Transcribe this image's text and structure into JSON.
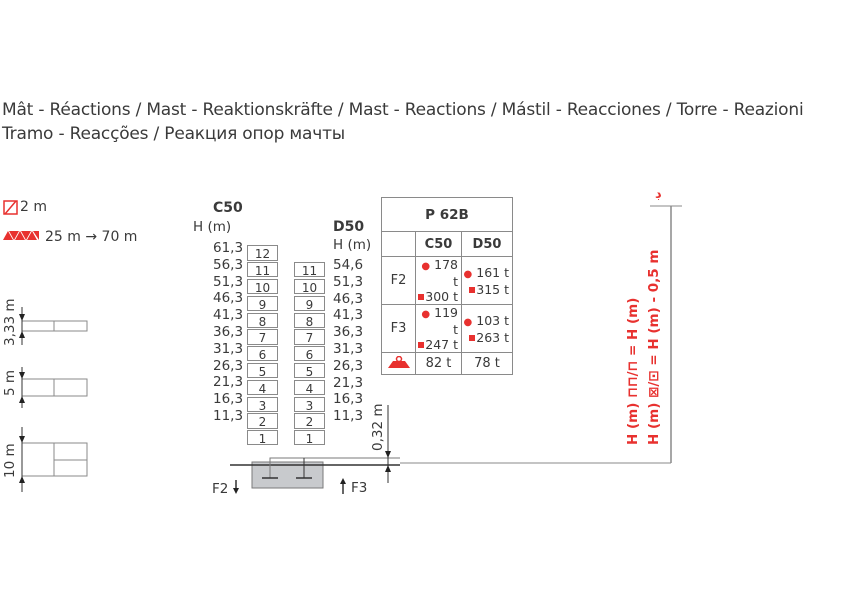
{
  "title": {
    "line1": "Mât - Réactions / Mast - Reaktionskräfte / Mast - Reactions / Mástil - Reacciones / Torre - Reazioni",
    "line2": "Tramo - Reacções / Реакция опор мачты"
  },
  "legend": {
    "section_label": "2 m",
    "jib_range": "25 m → 70 m"
  },
  "mast_sections": [
    {
      "height_label": "3,33 m"
    },
    {
      "height_label": "5 m"
    },
    {
      "height_label": "10 m"
    }
  ],
  "c50": {
    "name": "C50",
    "height_header": "H (m)",
    "heights": [
      "61,3",
      "56,3",
      "51,3",
      "46,3",
      "41,3",
      "36,3",
      "31,3",
      "26,3",
      "21,3",
      "16,3",
      "11,3"
    ],
    "segments": [
      "12",
      "11",
      "10",
      "9",
      "8",
      "7",
      "6",
      "5",
      "4",
      "3",
      "2",
      "1"
    ]
  },
  "d50": {
    "name": "D50",
    "height_header": "H (m)",
    "heights": [
      "54,6",
      "51,3",
      "46,3",
      "41,3",
      "36,3",
      "31,3",
      "26,3",
      "21,3",
      "16,3",
      "11,3"
    ],
    "segments": [
      "11",
      "10",
      "9",
      "8",
      "7",
      "6",
      "5",
      "4",
      "3",
      "2",
      "1"
    ]
  },
  "reaction_table": {
    "title": "P 62B",
    "columns": [
      "C50",
      "D50"
    ],
    "rows": [
      {
        "label": "F2",
        "c50": {
          "dot": "178 t",
          "square": "300 t"
        },
        "d50": {
          "dot": "161 t",
          "square": "315 t"
        }
      },
      {
        "label": "F3",
        "c50": {
          "dot": "119 t",
          "square": "247 t"
        },
        "d50": {
          "dot": "103 t",
          "square": "263 t"
        }
      }
    ],
    "weight_row": {
      "icon": "weight-icon",
      "c50": "82 t",
      "d50": "78 t"
    }
  },
  "foundation": {
    "offset_label": "0,32 m",
    "force_down": "F2",
    "force_up": "F3"
  },
  "height_formulas": {
    "line1": "H (m) ⊓⊓/⊓ = H (m)",
    "line2": "H (m) ⊠/⊡ = H (m) - 0,5 m",
    "top_mark": "ڊ"
  },
  "colors": {
    "accent_red": "#e8312f",
    "line_gray": "#8a8a8a",
    "text": "#3a3a3a",
    "foundation_fill": "#c8cacd"
  }
}
